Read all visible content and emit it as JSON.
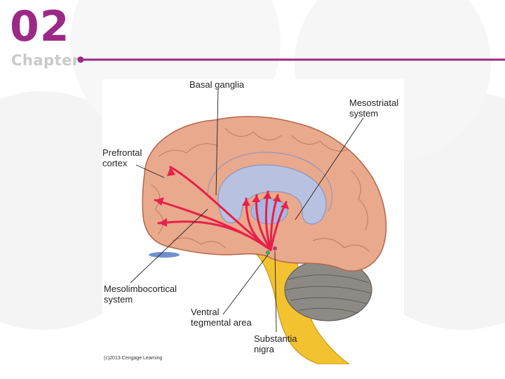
{
  "header": {
    "chapter_number": "02",
    "chapter_word": "Chapter",
    "accent_color": "#9b2a86"
  },
  "figure": {
    "labels": {
      "basal_ganglia": "Basal ganglia",
      "mesostriatal_line1": "Mesostriatal",
      "mesostriatal_line2": "system",
      "prefrontal_line1": "Prefrontal",
      "prefrontal_line2": "cortex",
      "mesolimbocortical_line1": "Mesolimbocortical",
      "mesolimbocortical_line2": "system",
      "ventral_line1": "Ventral",
      "ventral_line2": "tegmental area",
      "substantia_line1": "Substantia",
      "substantia_line2": "nigra"
    },
    "credit": "(c)2013 Cengage Learning",
    "colors": {
      "brain": "#e8a98c",
      "brain_outline": "#b5654a",
      "basal_ganglia": "#b7c3e6",
      "pathway_arrows": "#e8204a",
      "cerebellum": "#8d8a86",
      "brainstem": "#f2c230"
    }
  }
}
